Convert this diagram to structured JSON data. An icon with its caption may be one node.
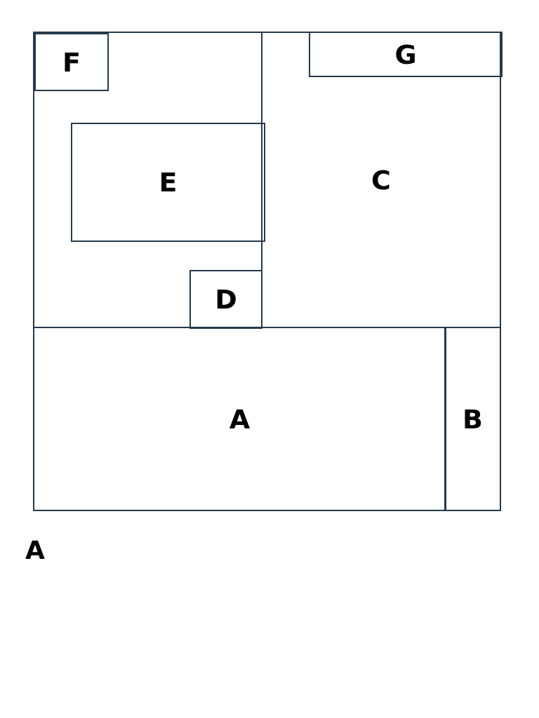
{
  "diagram": {
    "nodes": [
      {
        "text": [],
        "shape": "box"
      },
      {
        "text": [
          "F"
        ],
        "in": 0
      },
      {
        "text": [
          "C"
        ]
      },
      {
        "text": [
          "G"
        ],
        "in": 2
      },
      {
        "text": [
          "E"
        ],
        "in": 0
      },
      {
        "text": [
          "D"
        ],
        "in": 0
      },
      {
        "text": [
          "A"
        ]
      },
      {
        "text": [
          "B"
        ]
      }
    ],
    "labels": [
      "A"
    ]
  }
}
